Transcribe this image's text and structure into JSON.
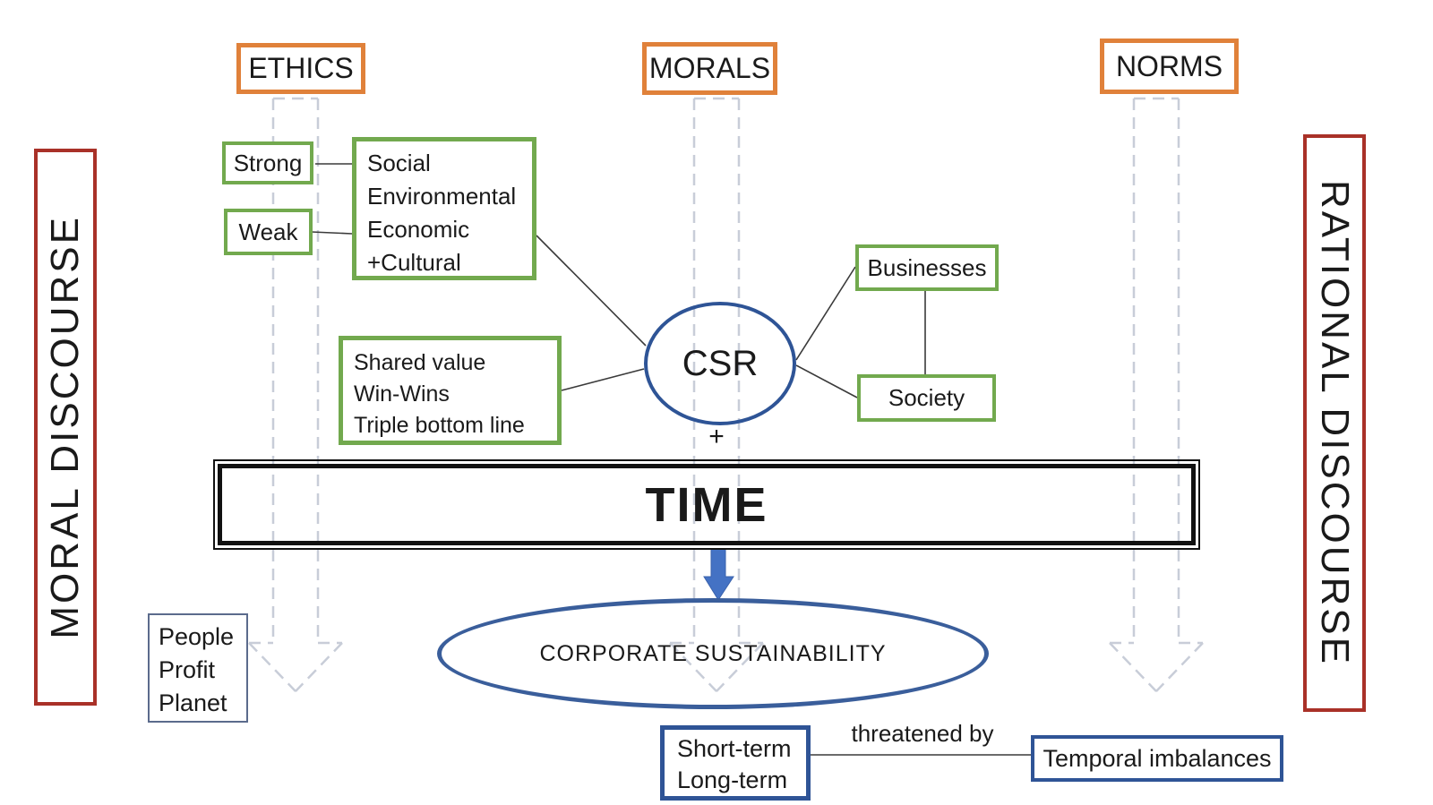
{
  "labels": {
    "ethics": "ETHICS",
    "morals": "MORALS",
    "norms": "NORMS",
    "moral_discourse": "MORAL DISCOURSE",
    "rational_discourse": "RATIONAL DISCOURSE"
  },
  "nodes": {
    "strong": "Strong",
    "weak": "Weak",
    "sustainability_dimensions": [
      "Social",
      "Environmental",
      "Economic",
      "+Cultural"
    ],
    "csr_approaches": [
      "Shared value",
      "Win-Wins",
      "Triple bottom line"
    ],
    "businesses": "Businesses",
    "society": "Society",
    "csr": "CSR",
    "plus_sign": "+",
    "time": "TIME",
    "corporate_sustainability": "CORPORATE SUSTAINABILITY",
    "triple_bottom_line": [
      "People",
      "Profit",
      "Planet"
    ],
    "time_horizons": [
      "Short-term",
      "Long-term"
    ],
    "threatened_by": "threatened by",
    "temporal_imbalances": "Temporal imbalances"
  },
  "colors": {
    "orange_border": "#E0813A",
    "green_border": "#72A94E",
    "red_border": "#A93128",
    "dark_blue_border": "#2F5496",
    "csr_ellipse_blue": "#2E5496",
    "sustainability_ellipse_blue": "#3A5E9B",
    "blue_arrow_fill": "#4472C4",
    "dashed_arrow_gray": "#C8CDD8",
    "connector_line": "#3A3A3A",
    "people_box_border": "#5B6B8C"
  }
}
